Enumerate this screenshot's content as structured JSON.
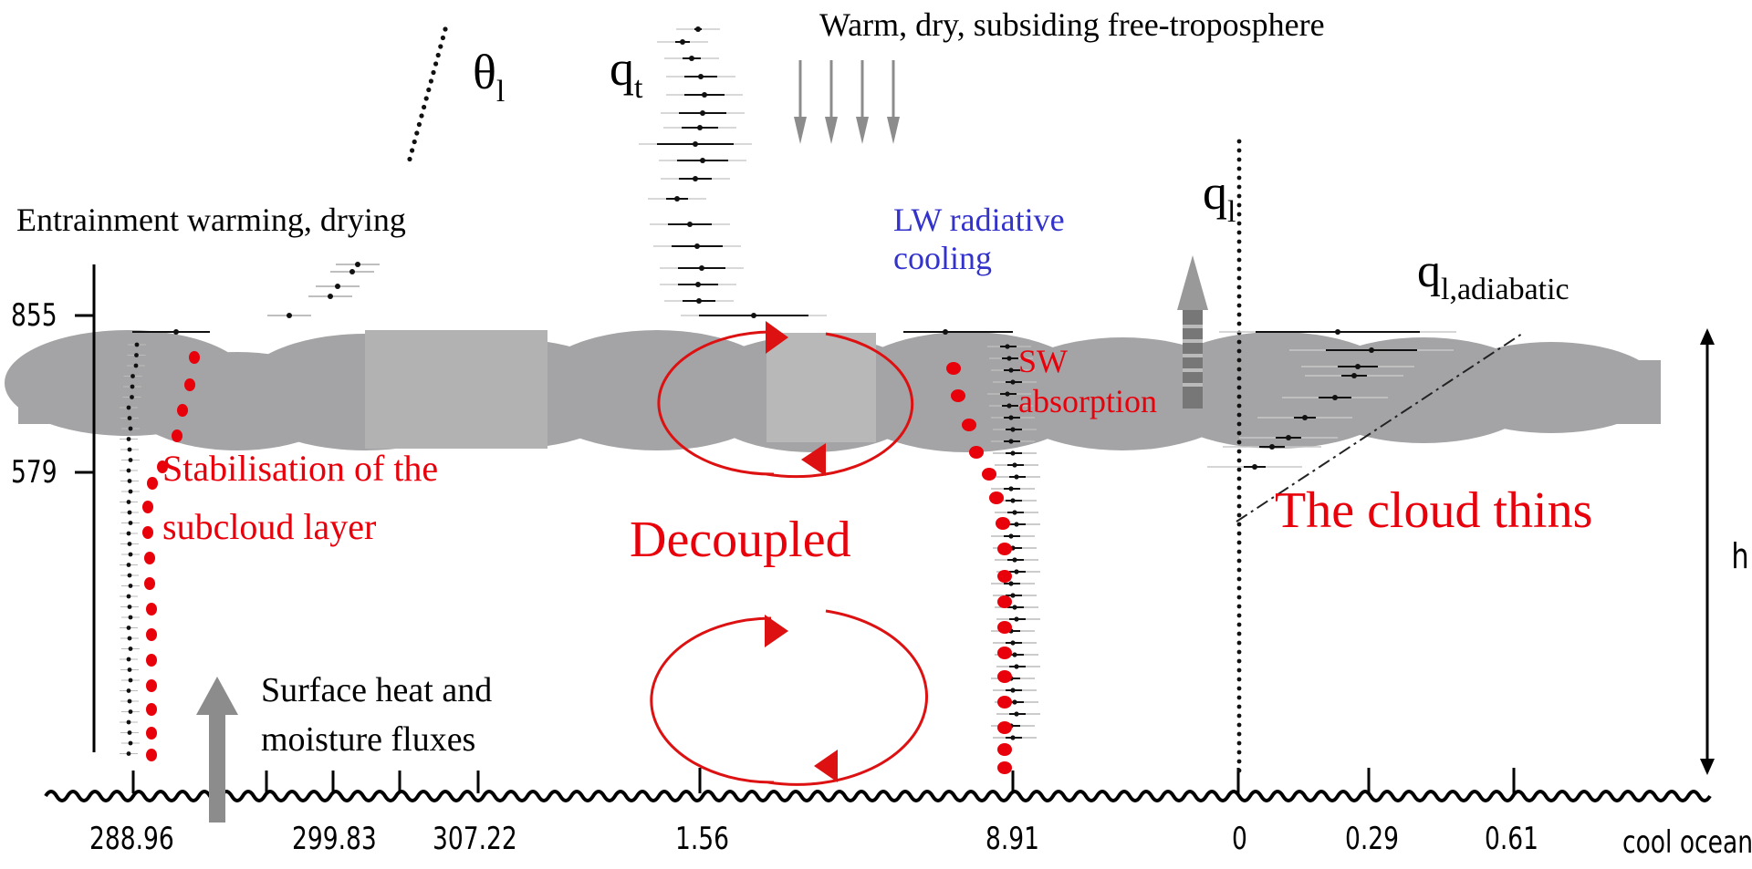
{
  "headings": {
    "free_troposphere": "Warm, dry, subsiding free-troposphere",
    "entrainment": "Entrainment warming, drying",
    "lw_line1": "LW radiative",
    "lw_line2": "cooling",
    "sw_line1": "SW",
    "sw_line2": "absorption",
    "stabilisation_line1": "Stabilisation of the",
    "stabilisation_line2": "subcloud layer",
    "decoupled": "Decoupled",
    "cloud_thins": "The cloud thins",
    "surface_line1": "Surface heat and",
    "surface_line2": "moisture fluxes"
  },
  "variables": {
    "theta_main": "θ",
    "theta_sub": "l",
    "qt_main": "q",
    "qt_sub": "t",
    "ql_main": "q",
    "ql_sub": "l",
    "qla_main": "q",
    "qla_sub": "l,adiabatic",
    "h": "h"
  },
  "y_axis": {
    "ticks": [
      "855",
      "579"
    ]
  },
  "x_axis": {
    "ticks": [
      "288.96",
      "299.83",
      "307.22",
      "1.56",
      "8.91",
      "0",
      "0.29",
      "0.61"
    ],
    "end_label": "cool ocean"
  },
  "colors": {
    "red": "#e8000b",
    "lw_blue": "#3333cc",
    "cloud_gray": "#a4a4a6",
    "arrow_gray": "#8c8c8c"
  }
}
